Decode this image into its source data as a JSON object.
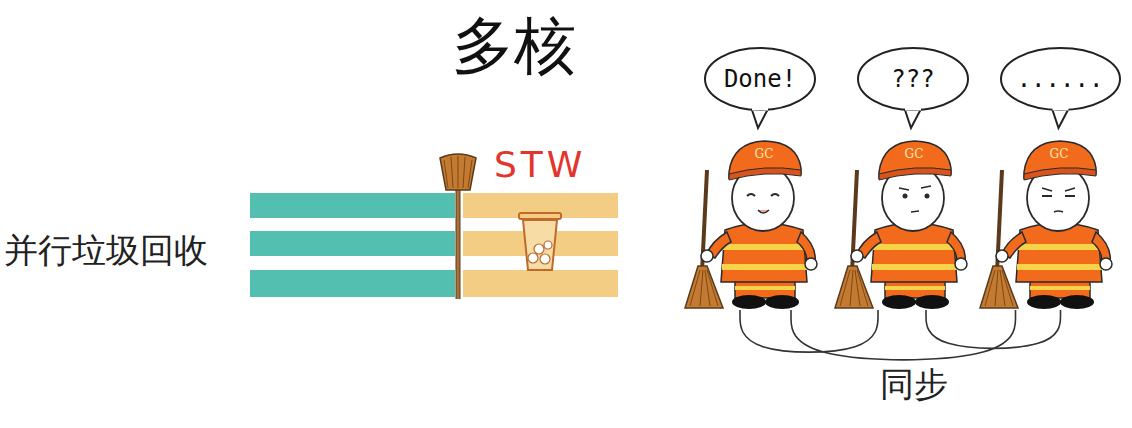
{
  "diagram": {
    "title": "多核",
    "nodes": [
      {
        "text": [
          "Done!"
        ]
      },
      {
        "text": [
          "???"
        ]
      },
      {
        "text": [
          "......"
        ]
      },
      {
        "text": [
          "GC"
        ]
      },
      {
        "text": [
          "GC"
        ]
      },
      {
        "text": [
          "GC"
        ]
      }
    ],
    "edges": [
      {
        "from": 3,
        "to": 4,
        "arrow": "none"
      },
      {
        "from": 3,
        "to": 5,
        "arrow": "none"
      },
      {
        "from": 4,
        "to": 5,
        "arrow": "none"
      }
    ],
    "labels": [
      "并行垃圾回收",
      "STW",
      "同步"
    ]
  }
}
